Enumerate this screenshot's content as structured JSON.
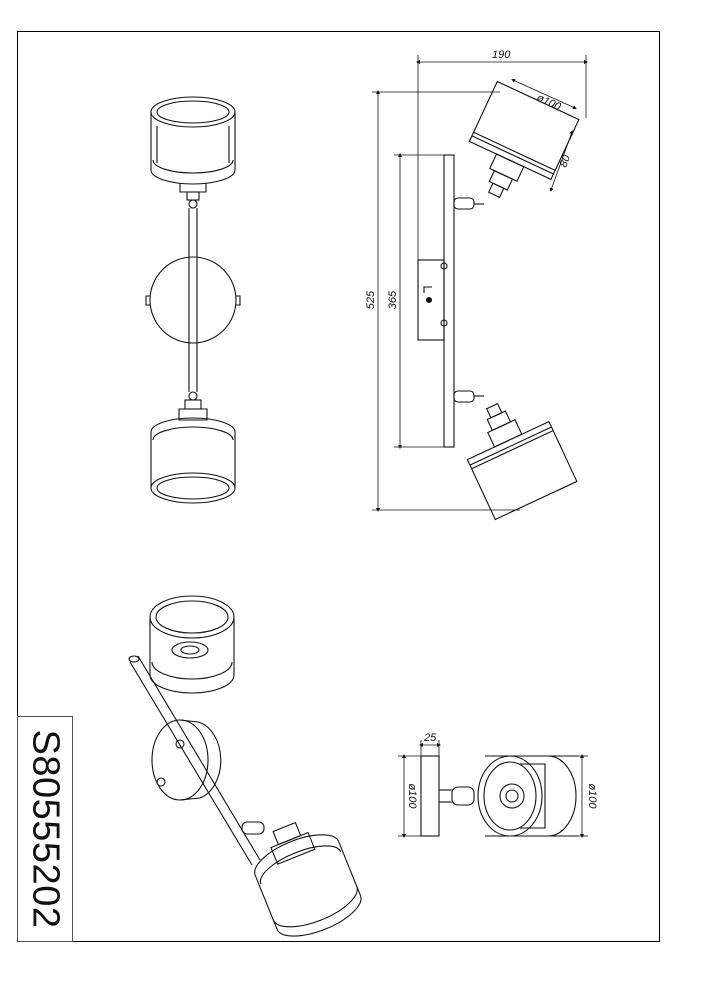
{
  "product_code": "S80555202",
  "dimensions": {
    "width_190": "190",
    "shade_dia_top": "ø100",
    "shade_depth": "80",
    "length_525": "525",
    "length_365": "365",
    "base_depth_25": "25",
    "base_dia": "ø100",
    "shade_dia_side": "ø100"
  }
}
